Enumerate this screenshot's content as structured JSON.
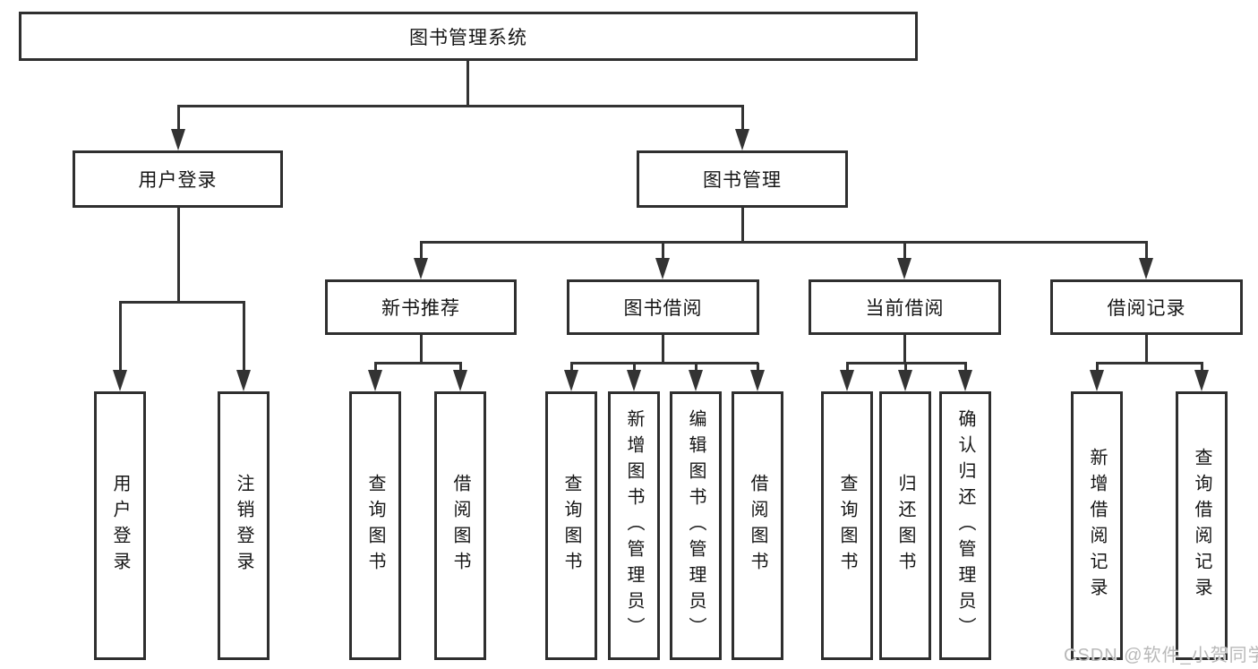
{
  "diagram": {
    "root": {
      "label": "图书管理系统"
    },
    "branches": [
      {
        "label": "用户登录",
        "children": [
          {
            "label": "用户登录"
          },
          {
            "label": "注销登录"
          }
        ]
      },
      {
        "label": "图书管理",
        "children": [
          {
            "label": "新书推荐",
            "children": [
              {
                "label": "查询图书"
              },
              {
                "label": "借阅图书"
              }
            ]
          },
          {
            "label": "图书借阅",
            "children": [
              {
                "label": "查询图书"
              },
              {
                "label": "新增图书（管理员）"
              },
              {
                "label": "编辑图书（管理员）"
              },
              {
                "label": "借阅图书"
              }
            ]
          },
          {
            "label": "当前借阅",
            "children": [
              {
                "label": "查询图书"
              },
              {
                "label": "归还图书"
              },
              {
                "label": "确认归还（管理员）"
              }
            ]
          },
          {
            "label": "借阅记录",
            "children": [
              {
                "label": "新增借阅记录"
              },
              {
                "label": "查询借阅记录"
              }
            ]
          }
        ]
      }
    ]
  },
  "watermark": {
    "text": "CSDN @软件_小贺同学"
  },
  "colors": {
    "line": "#333333",
    "box_border": "#2f2f2f",
    "text": "#151515",
    "watermark": "#b9b9b9",
    "background": "#ffffff"
  }
}
